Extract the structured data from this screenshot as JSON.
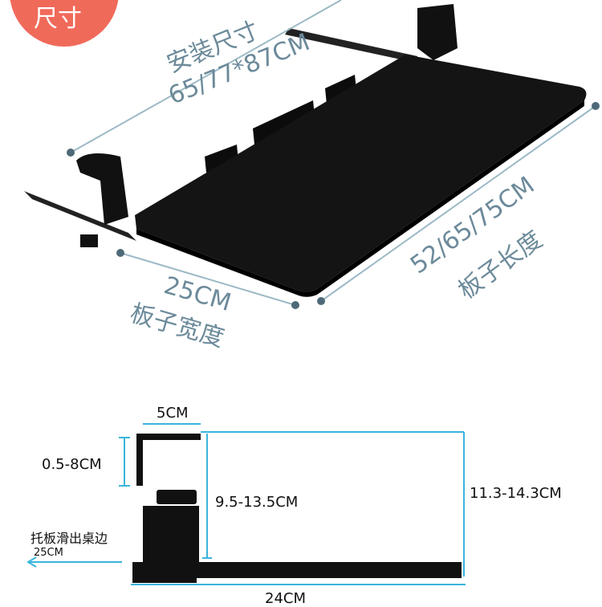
{
  "badge": {
    "label": "尺寸",
    "color": "#f06a5a"
  },
  "top": {
    "install_label": "安装尺寸",
    "install_value": "65/77*87CM",
    "length_value": "52/65/75CM",
    "length_label": "板子长度",
    "width_value": "25CM",
    "width_label": "板子宽度"
  },
  "bottom": {
    "clamp_width": "5CM",
    "clamp_opening": "0.5-8CM",
    "inner_height": "9.5-13.5CM",
    "total_height": "11.3-14.3CM",
    "slide_label": "托板滑出桌边",
    "slide_value": "25CM",
    "depth": "24CM"
  },
  "colors": {
    "dimension_line_top": "#9cb9c6",
    "dimension_line_bottom": "#3ab4dc",
    "tray": "#141414"
  }
}
